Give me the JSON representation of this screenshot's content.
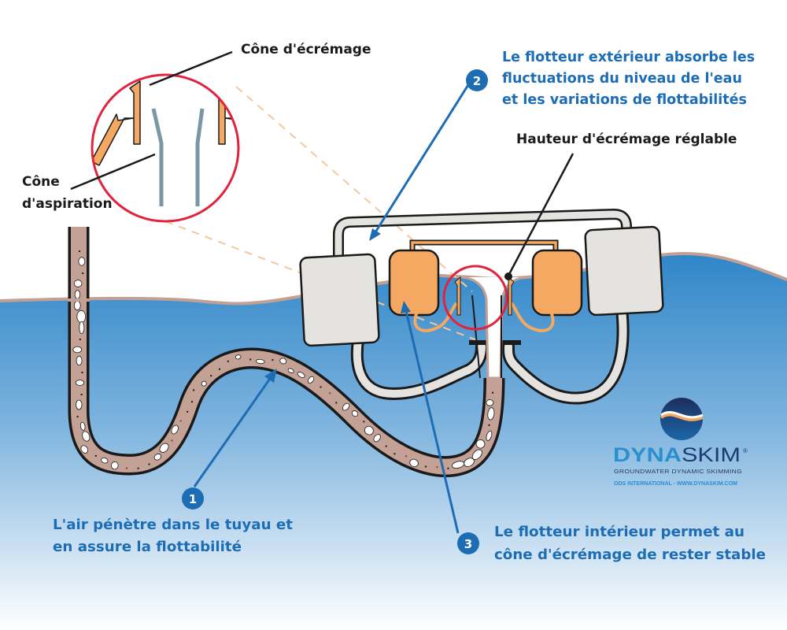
{
  "labels": {
    "skimming_cone": "Cône d'écrémage",
    "suction_cone_line1": "Cône",
    "suction_cone_line2": "d'aspiration",
    "adjustable_height": "Hauteur d'écrémage réglable"
  },
  "callouts": [
    {
      "number": "1",
      "lines": [
        "L'air pénètre dans le tuyau et",
        "en assure la flottabilité"
      ]
    },
    {
      "number": "2",
      "lines": [
        "Le flotteur extérieur absorbe les",
        "fluctuations du niveau de l'eau",
        "et les variations de flottabilités"
      ]
    },
    {
      "number": "3",
      "lines": [
        "Le flotteur intérieur permet au",
        "cône d'écrémage de rester stable"
      ]
    }
  ],
  "logo": {
    "brand_part1": "DYNA",
    "brand_part2": "SKIM",
    "registered": "®",
    "tagline": "GROUNDWATER DYNAMIC SKIMMING",
    "company": "ODS INTERNATIONAL - WWW.DYNASKIM.COM"
  },
  "colors": {
    "water_top": "#2f86c8",
    "water_bottom": "#ffffff",
    "oil_line": "#c3a093",
    "outer_float": "#e4e3df",
    "inner_float": "#f4a862",
    "hose": "#c3a195",
    "highlight_circle": "#e0243e",
    "callout_blue": "#1d6db5",
    "label_black": "#1a1a1a",
    "logo_navy": "#1f3b73",
    "logo_cyan": "#2b8fcf"
  }
}
